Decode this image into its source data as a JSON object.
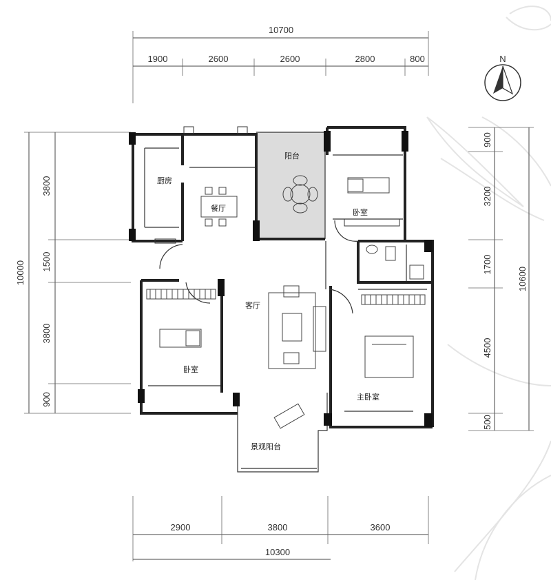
{
  "plan": {
    "dims_top_total": "10700",
    "dims_top": [
      "1900",
      "2600",
      "2600",
      "2800",
      "800"
    ],
    "dims_bottom_total": "10300",
    "dims_bottom": [
      "2900",
      "3800",
      "3600"
    ],
    "dims_left_total": "10000",
    "dims_left": [
      "3800",
      "1500",
      "3800",
      "900"
    ],
    "dims_right_total": "10600",
    "dims_right": [
      "900",
      "3200",
      "1700",
      "4500",
      "500"
    ],
    "compass_label": "N",
    "rooms": {
      "kitchen": "厨房",
      "dining": "餐厅",
      "balcony": "阳台",
      "bedroom_ne": "卧室",
      "living": "客厅",
      "bedroom_w": "卧室",
      "master_bedroom": "主卧室",
      "view_balcony": "景观阳台"
    }
  },
  "colors": {
    "balcony_fill": "#dcdcdc",
    "wall": "#222222",
    "leaf_watermark": "#e4e4e4"
  }
}
